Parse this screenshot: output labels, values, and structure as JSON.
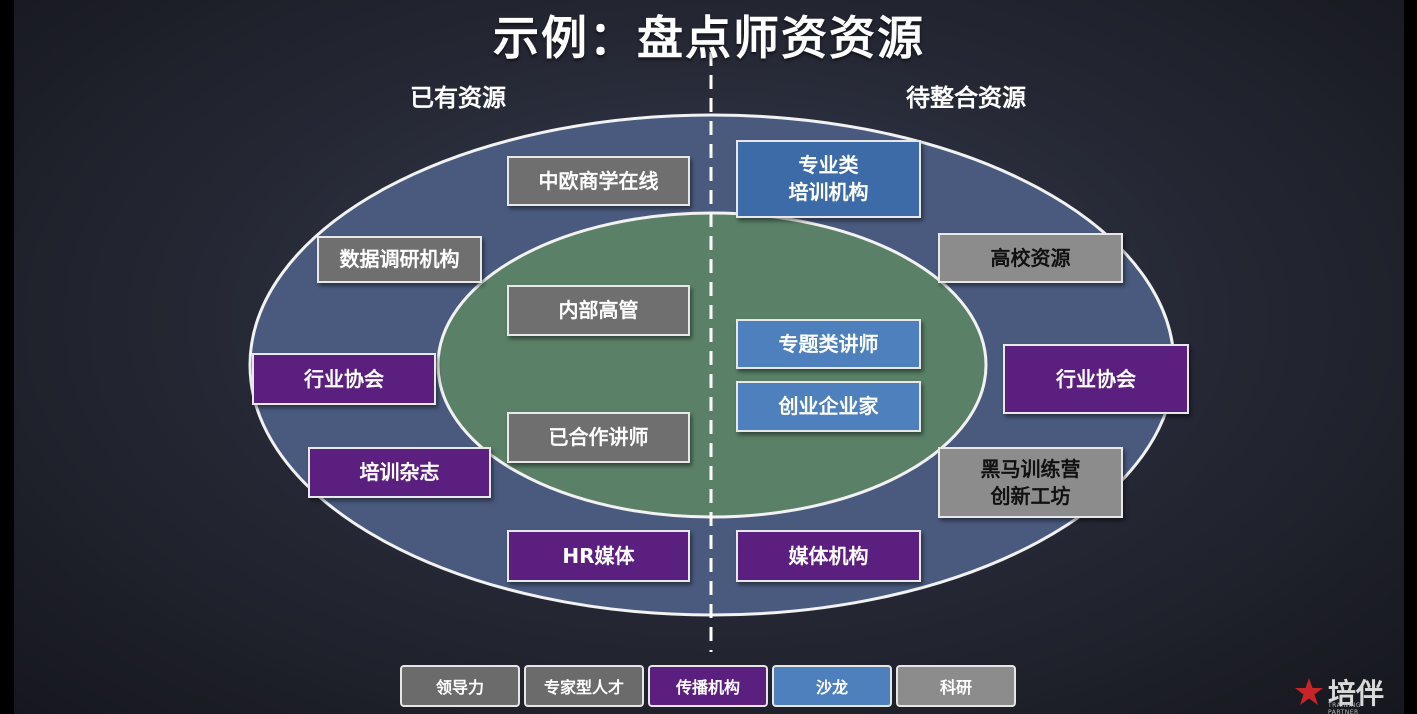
{
  "title": "示例：盘点师资资源",
  "headers": {
    "left": "已有资源",
    "right": "待整合资源"
  },
  "boxes": {
    "zhongou": "中欧商学在线",
    "shuju": "数据调研机构",
    "hangye_left": "行业协会",
    "peixun_zazhi": "培训杂志",
    "hr_meiti": "HR媒体",
    "neibu": "内部高管",
    "yihezuo": "已合作讲师",
    "zhuanye": "专业类\n培训机构",
    "gaoxiao": "高校资源",
    "hangye_right": "行业协会",
    "heima": "黑马训练营\n创新工坊",
    "meiti_jigou": "媒体机构",
    "zhuanti": "专题类讲师",
    "chuangye": "创业企业家"
  },
  "legend": [
    {
      "label": "领导力",
      "color": "#6b6b6b"
    },
    {
      "label": "专家型人才",
      "color": "#6b6b6b"
    },
    {
      "label": "传播机构",
      "color": "#5b1f7f"
    },
    {
      "label": "沙龙",
      "color": "#4e80bd"
    },
    {
      "label": "科研",
      "color": "#8c8c8c"
    }
  ],
  "colors": {
    "outer_ellipse": "#4a5a7e",
    "inner_ellipse": "#5a8067",
    "gray_box": "#6f6f6f",
    "purple_box": "#5b1f7f",
    "blue_box": "#4e80bd"
  },
  "logo": {
    "text": "培伴",
    "sub": "TRAINING PARTNER",
    "icon": "star-person-icon"
  }
}
